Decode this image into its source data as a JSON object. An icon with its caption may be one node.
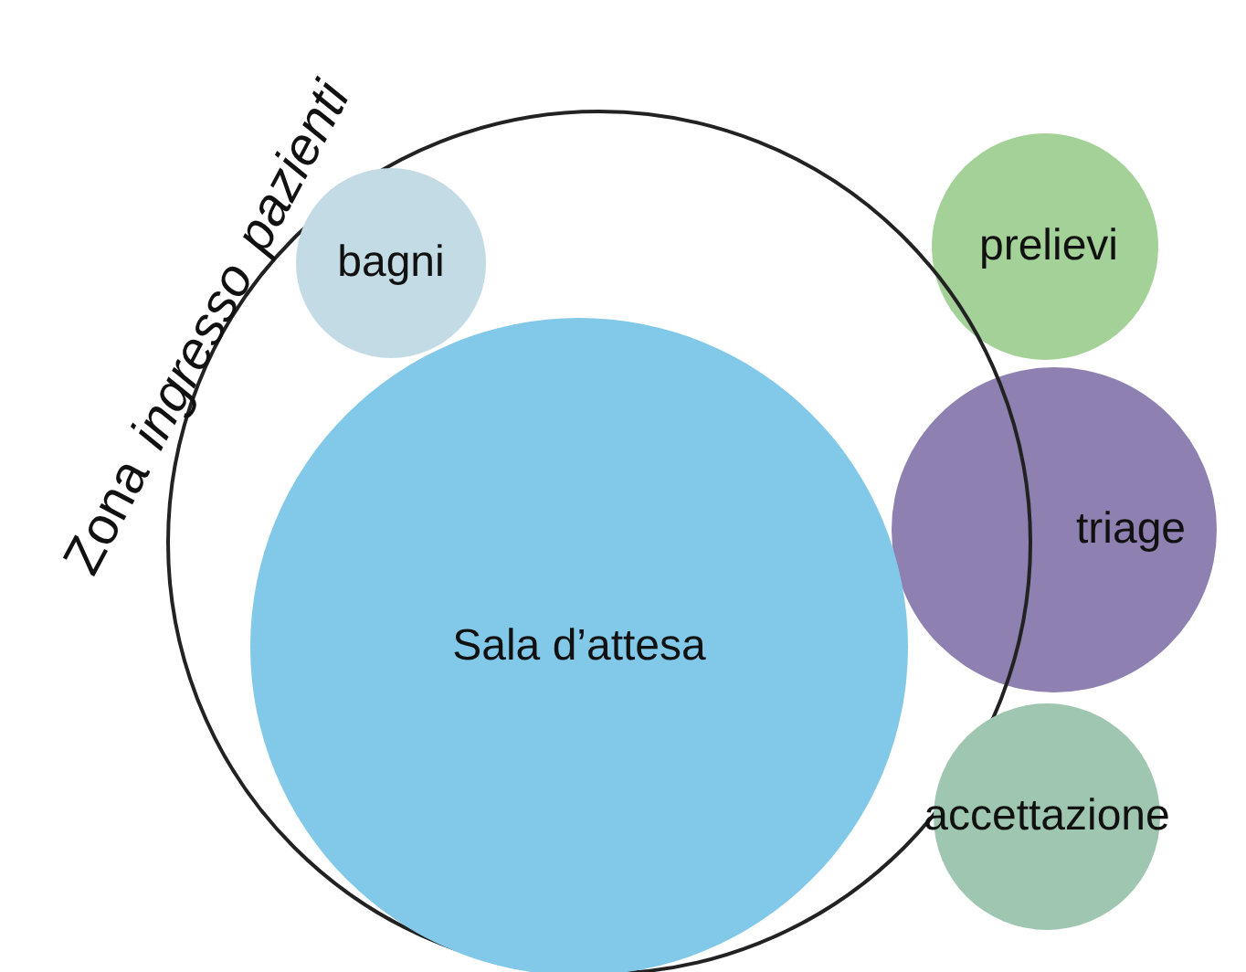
{
  "diagram": {
    "nodes": [
      {
        "text": [
          "Zona *ingresso pazienti*"
        ]
      },
      {
        "text": [
          "bagni"
        ],
        "in": 0
      },
      {
        "text": [
          "Sala d’attesa"
        ],
        "in": 0
      },
      {
        "text": [
          "prelievi"
        ]
      },
      {
        "text": [
          "triage"
        ]
      },
      {
        "text": [
          "accettazione"
        ]
      }
    ],
    "edges": []
  }
}
